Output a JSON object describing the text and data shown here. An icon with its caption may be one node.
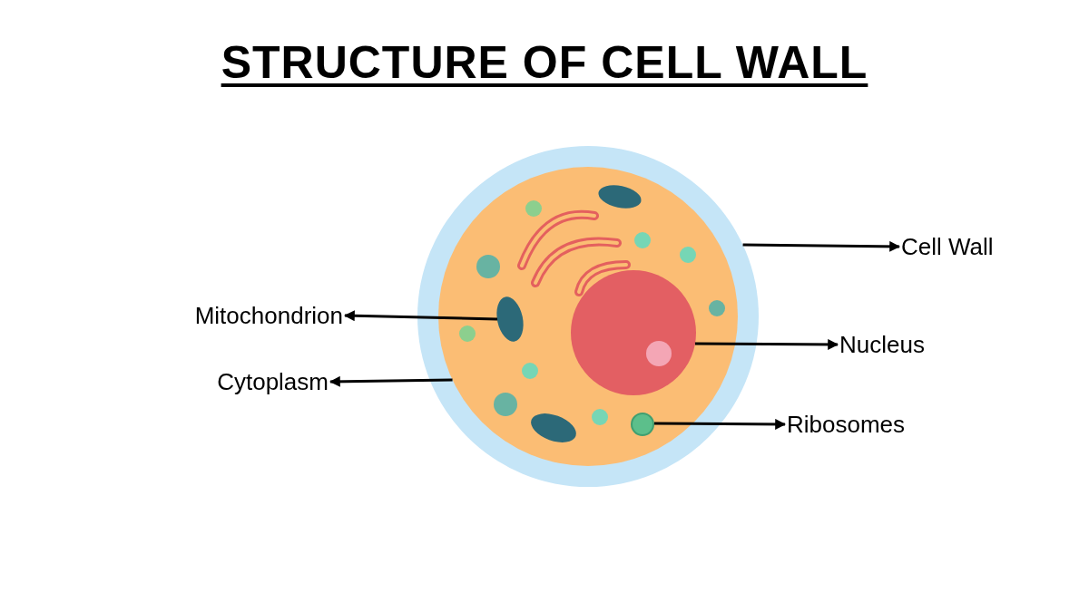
{
  "diagram": {
    "title": "STRUCTURE OF CELL WALL",
    "nodes": [
      {
        "text": [
          "Cell Wall"
        ]
      },
      {
        "text": [
          "Mitochondrion"
        ]
      },
      {
        "text": [
          "Nucleus"
        ]
      },
      {
        "text": [
          "Cytoplasm"
        ]
      },
      {
        "text": [
          "Ribosomes"
        ]
      },
      {
        "text": [],
        "shape": "circle"
      },
      {
        "text": [],
        "shape": "circle",
        "in": 5
      },
      {
        "text": [],
        "shape": "oval",
        "in": 6
      },
      {
        "text": [],
        "shape": "circle",
        "in": 6
      },
      {
        "text": [],
        "shape": "circle",
        "in": 6
      }
    ],
    "edges": [
      {
        "from": 5,
        "to": 0,
        "arrow": "to"
      },
      {
        "from": 7,
        "to": 1,
        "arrow": "to"
      },
      {
        "from": 8,
        "to": 2,
        "arrow": "to"
      },
      {
        "from": 6,
        "to": 3,
        "arrow": "to"
      },
      {
        "from": 9,
        "to": 4,
        "arrow": "to"
      }
    ]
  }
}
